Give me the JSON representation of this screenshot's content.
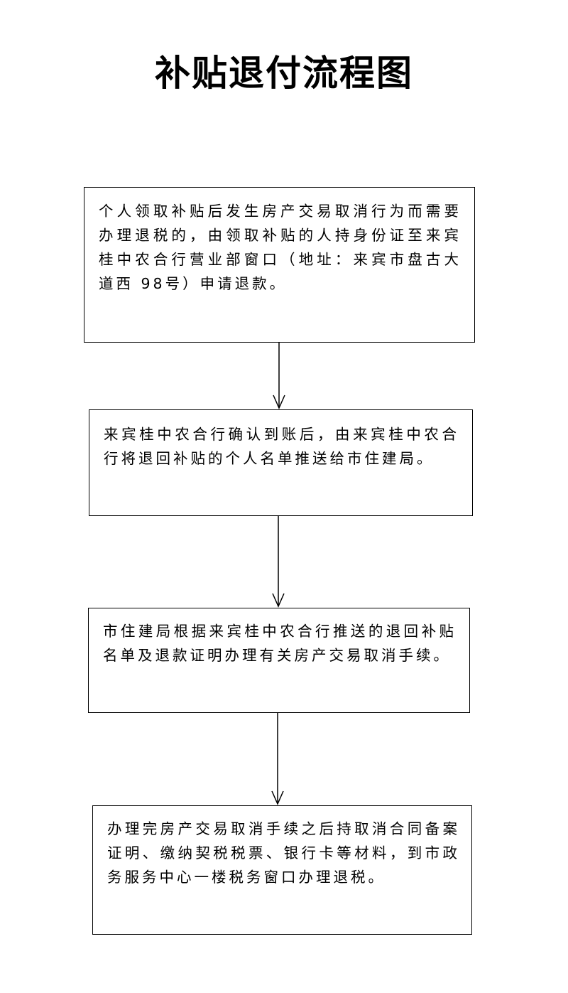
{
  "title": "补贴退付流程图",
  "steps": [
    {
      "text": "个人领取补贴后发生房产交易取消行为而需要办理退税的，由领取补贴的人持身份证至来宾桂中农合行营业部窗口（地址：来宾市盘古大道西 98号）申请退款。"
    },
    {
      "text": "来宾桂中农合行确认到账后，由来宾桂中农合行将退回补贴的个人名单推送给市住建局。"
    },
    {
      "text": "市住建局根据来宾桂中农合行推送的退回补贴名单及退款证明办理有关房产交易取消手续。"
    },
    {
      "text": "办理完房产交易取消手续之后持取消合同备案证明、缴纳契税税票、银行卡等材料，到市政务服务中心一楼税务窗口办理退税。"
    }
  ],
  "colors": {
    "line": "#000000",
    "background": "#ffffff"
  },
  "icons": {
    "connector": "arrow-down-icon"
  }
}
